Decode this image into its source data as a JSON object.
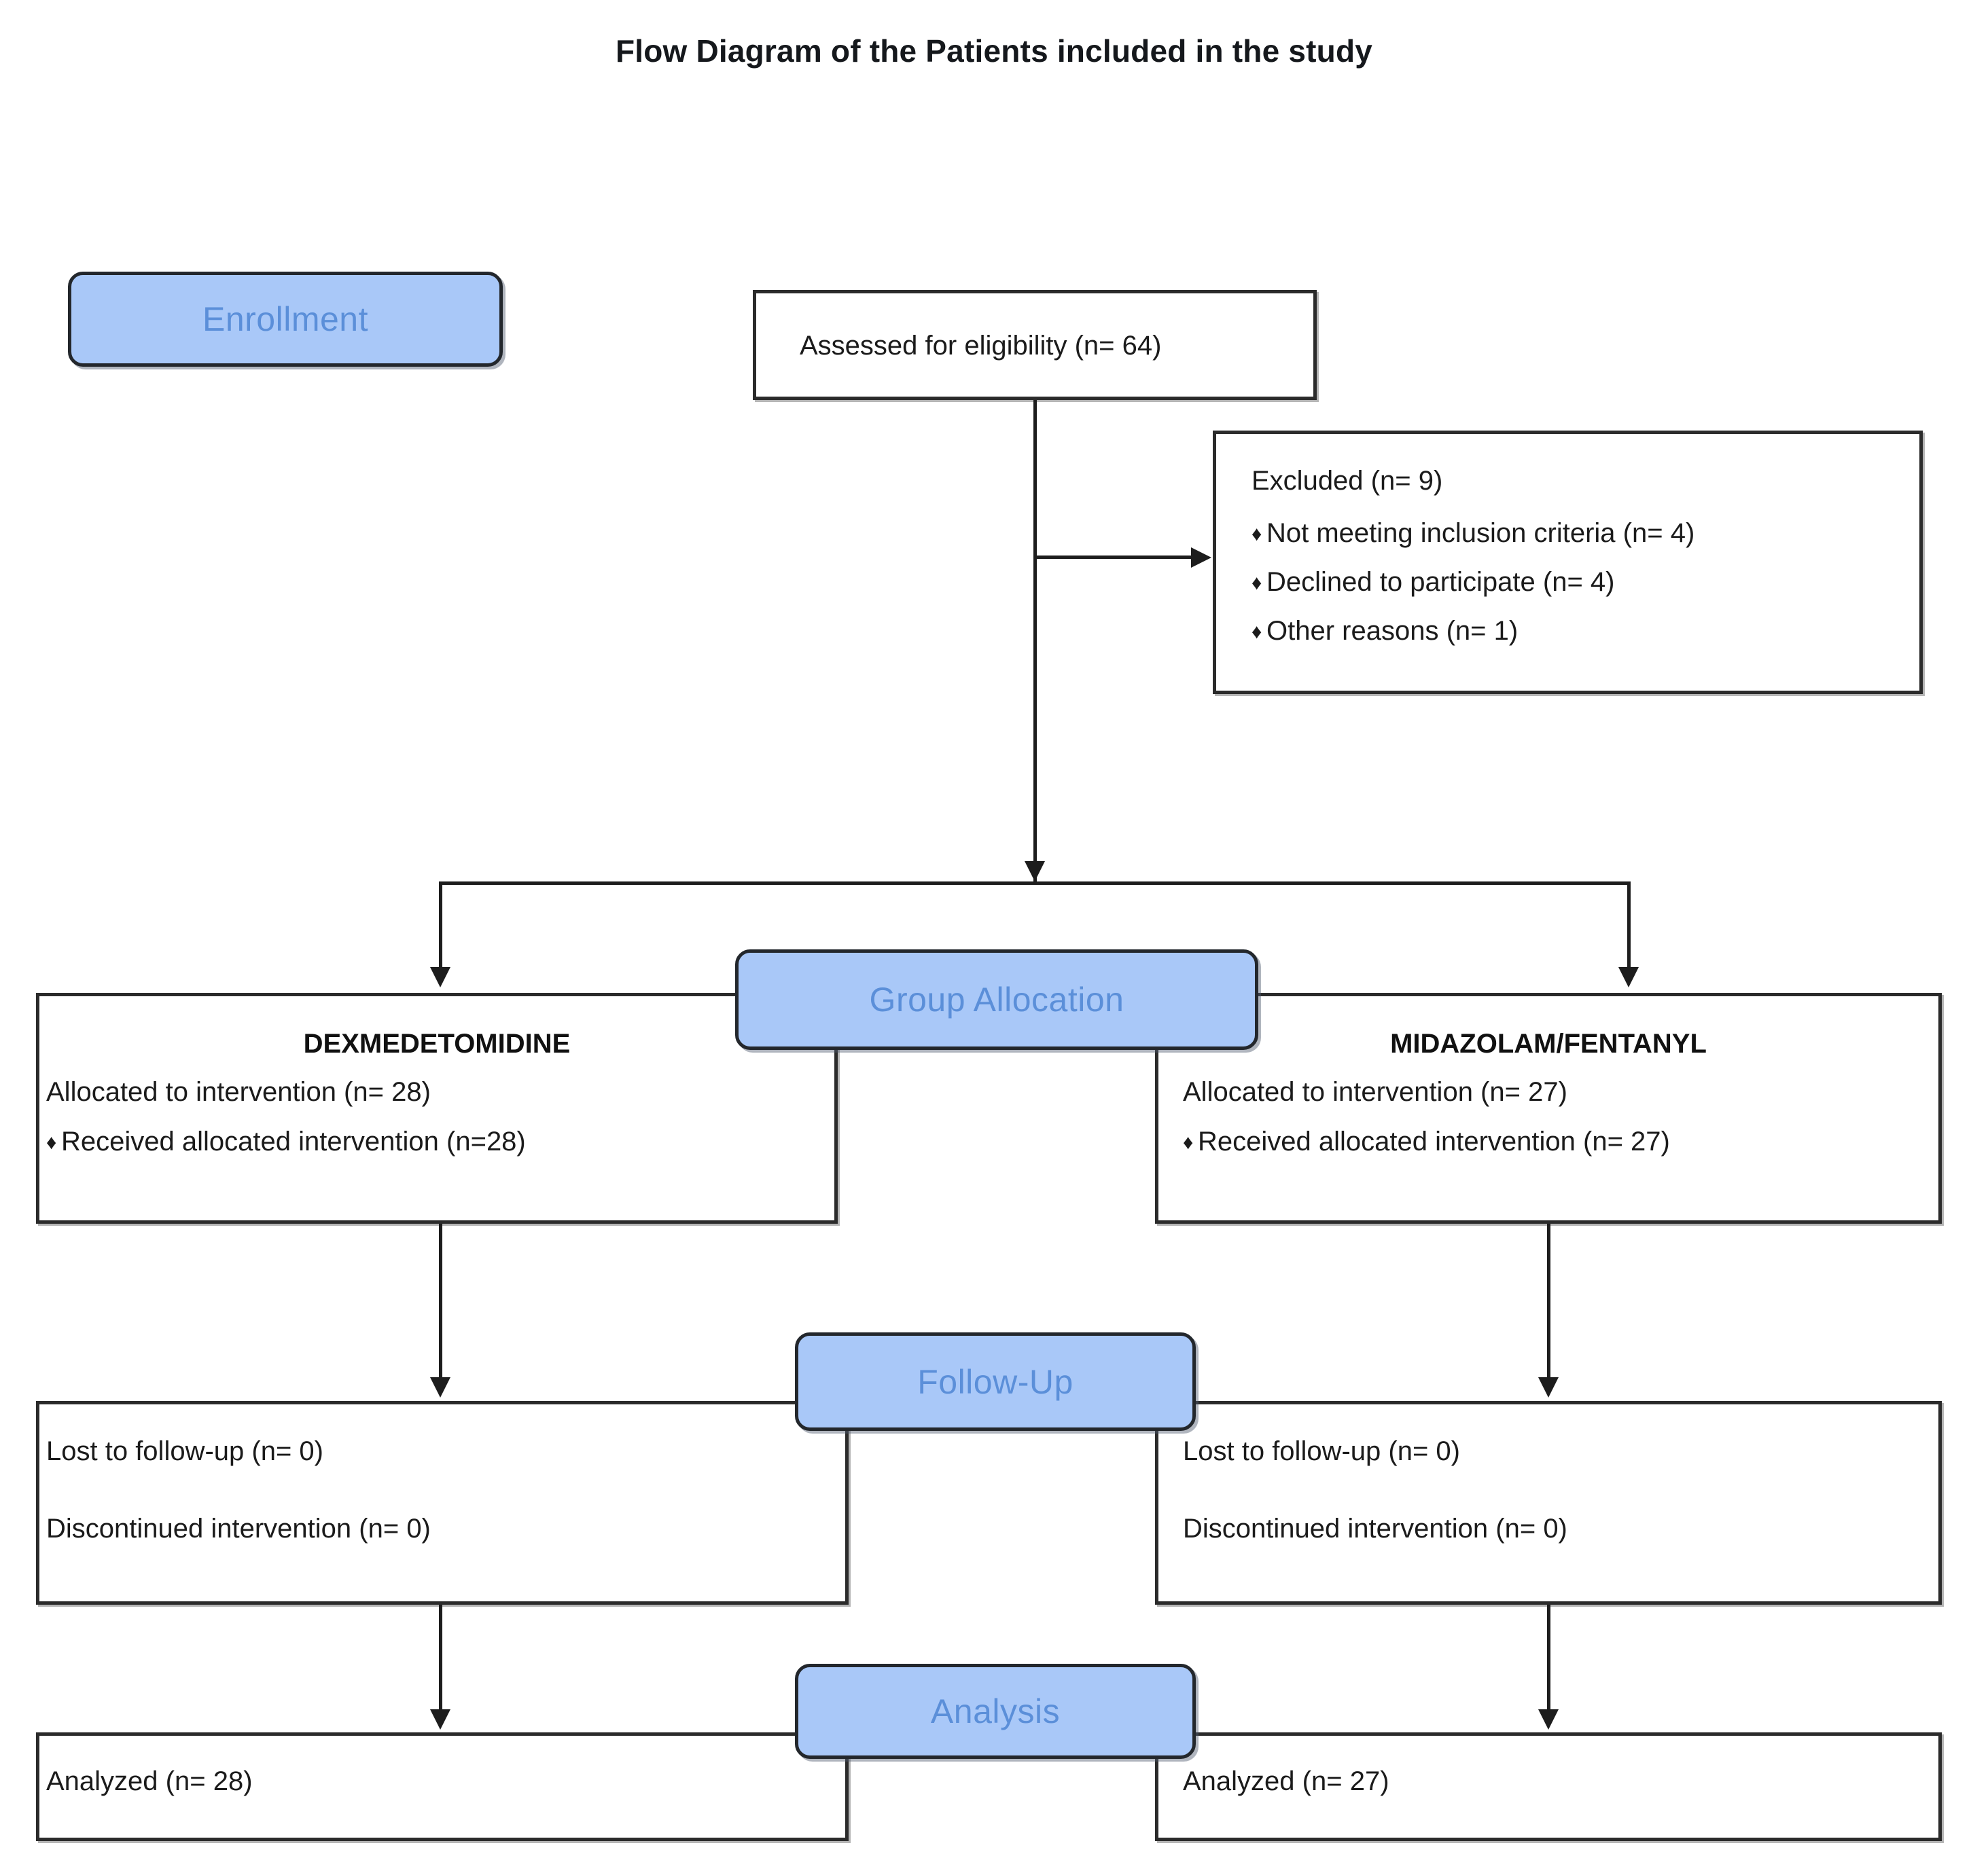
{
  "title": "Flow Diagram of the Patients included in the study",
  "stages": {
    "enrollment": "Enrollment",
    "allocation": "Group Allocation",
    "followup": "Follow-Up",
    "analysis": "Analysis"
  },
  "enrollment": {
    "assessed": "Assessed for eligibility (n= 64)",
    "excluded_title": "Excluded (n= 9)",
    "excluded_reasons": [
      "Not meeting inclusion criteria (n= 4)",
      "Declined to participate (n= 4)",
      "Other reasons  (n= 1)"
    ]
  },
  "arms": {
    "left": {
      "name": "DEXMEDETOMIDINE",
      "allocated": "Allocated to intervention (n= 28)",
      "received": "Received allocated intervention (n=28)",
      "lost": "Lost to follow-up (n= 0)",
      "discontinued": "Discontinued intervention (n= 0)",
      "analyzed": "Analyzed (n= 28)"
    },
    "right": {
      "name": "MIDAZOLAM/FENTANYL",
      "allocated": "Allocated to intervention (n= 27)",
      "received": "Received allocated intervention (n= 27)",
      "lost": "Lost to follow-up (n= 0)",
      "discontinued": "Discontinued intervention (n= 0)",
      "analyzed": "Analyzed (n= 27)"
    }
  },
  "bullet_glyph": "♦",
  "colors": {
    "stage_fill": "#a9c8f8",
    "stage_text": "#5b8fd9",
    "box_border": "#2b2b2b",
    "connector": "#1d1d1d",
    "text": "#1b1b1b"
  },
  "chart_data": {
    "type": "diagram",
    "diagram_type": "consort-flow",
    "title": "Flow Diagram of the Patients included in the study",
    "nodes": [
      {
        "id": "assessed",
        "label": "Assessed for eligibility (n= 64)",
        "n": 64,
        "stage": "Enrollment"
      },
      {
        "id": "excluded",
        "label": "Excluded (n= 9)",
        "n": 9,
        "stage": "Enrollment"
      },
      {
        "id": "excl_criteria",
        "label": "Not meeting inclusion criteria (n= 4)",
        "n": 4,
        "stage": "Enrollment"
      },
      {
        "id": "excl_declined",
        "label": "Declined to participate (n= 4)",
        "n": 4,
        "stage": "Enrollment"
      },
      {
        "id": "excl_other",
        "label": "Other reasons  (n= 1)",
        "n": 1,
        "stage": "Enrollment"
      },
      {
        "id": "alloc_left",
        "label": "DEXMEDETOMIDINE: Allocated to intervention (n= 28)",
        "n": 28,
        "stage": "Group Allocation"
      },
      {
        "id": "recv_left",
        "label": "Received allocated intervention (n=28)",
        "n": 28,
        "stage": "Group Allocation"
      },
      {
        "id": "alloc_right",
        "label": "MIDAZOLAM/FENTANYL: Allocated to intervention (n= 27)",
        "n": 27,
        "stage": "Group Allocation"
      },
      {
        "id": "recv_right",
        "label": "Received allocated intervention (n= 27)",
        "n": 27,
        "stage": "Group Allocation"
      },
      {
        "id": "lost_left",
        "label": "Lost to follow-up (n= 0)",
        "n": 0,
        "stage": "Follow-Up"
      },
      {
        "id": "disc_left",
        "label": "Discontinued intervention (n= 0)",
        "n": 0,
        "stage": "Follow-Up"
      },
      {
        "id": "lost_right",
        "label": "Lost to follow-up (n= 0)",
        "n": 0,
        "stage": "Follow-Up"
      },
      {
        "id": "disc_right",
        "label": "Discontinued intervention (n= 0)",
        "n": 0,
        "stage": "Follow-Up"
      },
      {
        "id": "analyzed_left",
        "label": "Analyzed (n= 28)",
        "n": 28,
        "stage": "Analysis"
      },
      {
        "id": "analyzed_right",
        "label": "Analyzed (n= 27)",
        "n": 27,
        "stage": "Analysis"
      }
    ],
    "edges": [
      {
        "from": "assessed",
        "to": "excluded"
      },
      {
        "from": "assessed",
        "to": "alloc_left"
      },
      {
        "from": "assessed",
        "to": "alloc_right"
      },
      {
        "from": "alloc_left",
        "to": "lost_left"
      },
      {
        "from": "alloc_right",
        "to": "lost_right"
      },
      {
        "from": "lost_left",
        "to": "analyzed_left"
      },
      {
        "from": "lost_right",
        "to": "analyzed_right"
      }
    ]
  }
}
